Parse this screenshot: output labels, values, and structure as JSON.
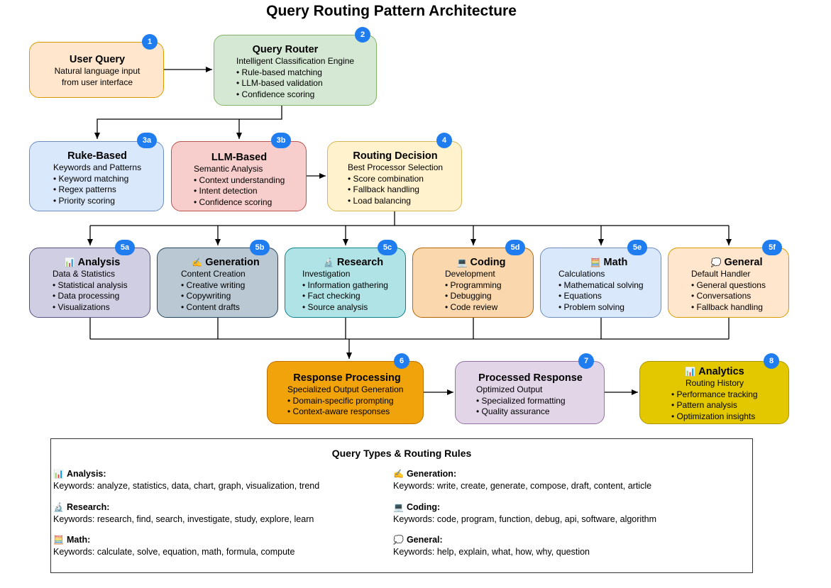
{
  "title": "Query Routing Pattern Architecture",
  "nodes": {
    "user_query": {
      "badge": "1",
      "title": "User Query",
      "subtitle": "Natural language input",
      "subtitle2": "from user interface"
    },
    "router": {
      "badge": "2",
      "title": "Query Router",
      "subtitle": "Intelligent Classification Engine",
      "bullets": [
        "Rule-based matching",
        "LLM-based validation",
        "Confidence scoring"
      ]
    },
    "rule_based": {
      "badge": "3a",
      "title": "Ruke-Based",
      "subtitle": "Keywords and Patterns",
      "bullets": [
        "Keyword matching",
        "Regex patterns",
        "Priority scoring"
      ]
    },
    "llm_based": {
      "badge": "3b",
      "title": "LLM-Based",
      "subtitle": "Semantic Analysis",
      "bullets": [
        "Context understanding",
        "Intent detection",
        "Confidence scoring"
      ]
    },
    "decision": {
      "badge": "4",
      "title": "Routing Decision",
      "subtitle": "Best Processor Selection",
      "bullets": [
        "Score combination",
        "Fallback handling",
        "Load balancing"
      ]
    },
    "analysis": {
      "badge": "5a",
      "emoji": "📊",
      "title": "Analysis",
      "subtitle": "Data & Statistics",
      "bullets": [
        "Statistical analysis",
        "Data processing",
        "Visualizations"
      ]
    },
    "generation": {
      "badge": "5b",
      "emoji": "✍️",
      "title": "Generation",
      "subtitle": "Content Creation",
      "bullets": [
        "Creative writing",
        "Copywriting",
        "Content drafts"
      ]
    },
    "research": {
      "badge": "5c",
      "emoji": "🔬",
      "title": "Research",
      "subtitle": "Investigation",
      "bullets": [
        "Information gathering",
        "Fact checking",
        "Source analysis"
      ]
    },
    "coding": {
      "badge": "5d",
      "emoji": "💻",
      "title": "Coding",
      "subtitle": "Development",
      "bullets": [
        "Programming",
        "Debugging",
        "Code review"
      ]
    },
    "math": {
      "badge": "5e",
      "emoji": "🧮",
      "title": "Math",
      "subtitle": "Calculations",
      "bullets": [
        "Mathematical solving",
        "Equations",
        "Problem solving"
      ]
    },
    "general": {
      "badge": "5f",
      "emoji": "💭",
      "title": "General",
      "subtitle": "Default Handler",
      "bullets": [
        "General questions",
        "Conversations",
        "Fallback handling"
      ]
    },
    "response_processing": {
      "badge": "6",
      "title": "Response Processing",
      "subtitle": "Specialized Output Generation",
      "bullets": [
        "Domain-specific prompting",
        "Context-aware responses"
      ]
    },
    "processed_response": {
      "badge": "7",
      "title": "Processed Response",
      "subtitle": "Optimized Output",
      "bullets": [
        "Specialized formatting",
        "Quality assurance"
      ]
    },
    "analytics": {
      "badge": "8",
      "emoji": "📊",
      "title": "Analytics",
      "subtitle": "Routing History",
      "bullets": [
        "Performance tracking",
        "Pattern analysis",
        "Optimization insights"
      ]
    }
  },
  "rules": {
    "title": "Query Types & Routing Rules",
    "items": [
      {
        "emoji": "📊",
        "name": "Analysis:",
        "keywords": "Keywords: analyze, statistics, data, chart, graph, visualization, trend"
      },
      {
        "emoji": "✍️",
        "name": "Generation:",
        "keywords": "Keywords: write, create, generate, compose, draft, content, article"
      },
      {
        "emoji": "🔬",
        "name": "Research:",
        "keywords": "Keywords: research, find, search, investigate, study, explore, learn"
      },
      {
        "emoji": "💻",
        "name": "Coding:",
        "keywords": "Keywords: code, program, function, debug, api, software, algorithm"
      },
      {
        "emoji": "🧮",
        "name": "Math:",
        "keywords": "Keywords: calculate, solve, equation, math, formula, compute"
      },
      {
        "emoji": "💭",
        "name": "General:",
        "keywords": "Keywords: help, explain, what, how, why, question"
      }
    ]
  },
  "colors": {
    "user_query": "#ffe6cc",
    "user_query_border": "#d79b00",
    "router": "#d5e8d4",
    "router_border": "#82b366",
    "rule_based": "#dae8fc",
    "rule_based_border": "#6c8ebf",
    "llm_based": "#f8cecc",
    "llm_based_border": "#b85450",
    "decision": "#fff2cc",
    "decision_border": "#d6b656",
    "analysis": "#d0cee2",
    "analysis_border": "#56517e",
    "generation": "#bac8d3",
    "generation_border": "#23445d",
    "research": "#b0e3e6",
    "research_border": "#0e8088",
    "coding": "#fad7ac",
    "coding_border": "#b46504",
    "math": "#dae8fc",
    "math_border": "#6c8ebf",
    "general": "#ffe6cc",
    "general_border": "#d79b00",
    "response_processing": "#f0a30a",
    "response_processing_border": "#bd7000",
    "processed_response": "#e1d5e7",
    "processed_response_border": "#9673a6",
    "analytics": "#e3c800",
    "analytics_border": "#b09500",
    "badge": "#1f7df0"
  }
}
